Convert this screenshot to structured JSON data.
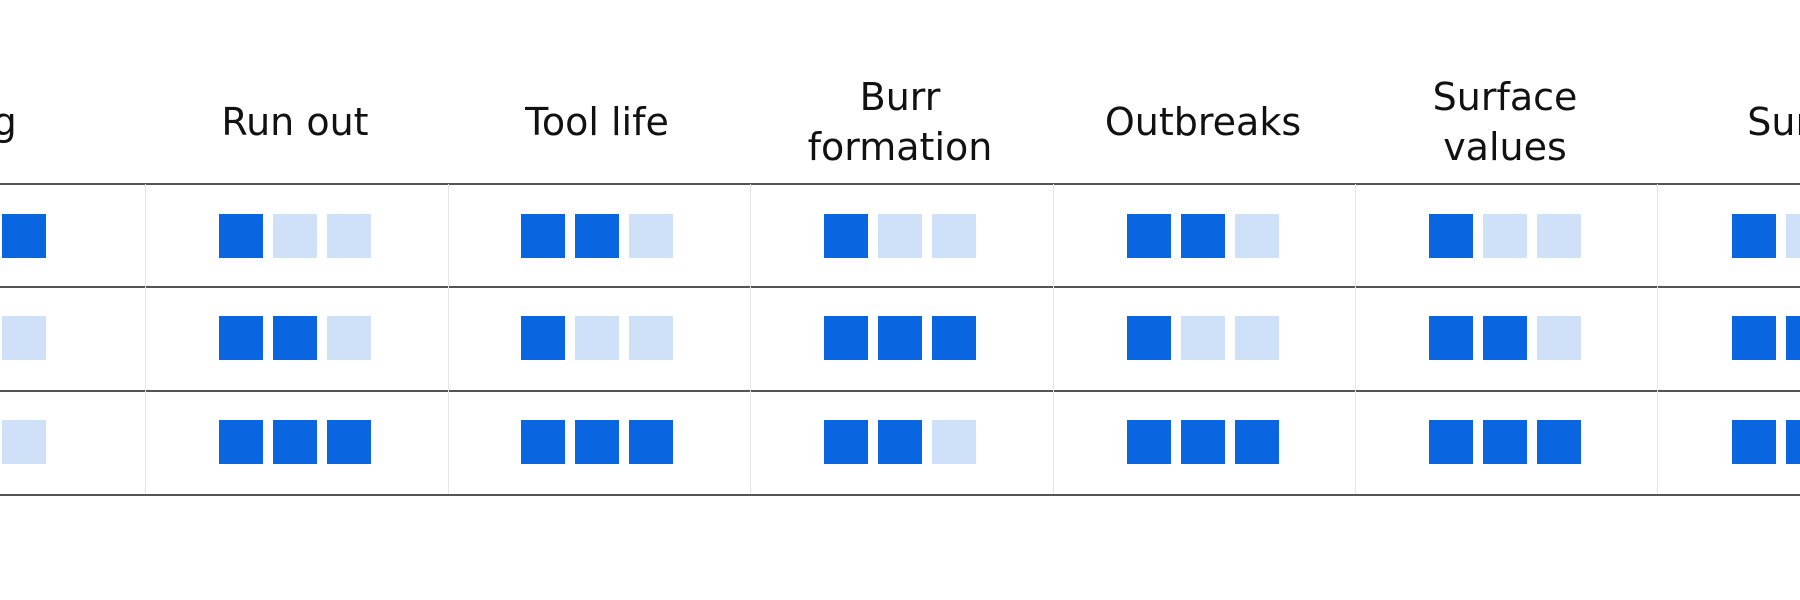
{
  "colors": {
    "filled": "#0a66e0",
    "empty": "#cfe1f8",
    "text": "#111111",
    "rule": "#555555"
  },
  "columns": [
    {
      "label": "dling",
      "ratings": [
        3,
        2,
        1
      ]
    },
    {
      "label": "Run out",
      "ratings": [
        1,
        2,
        3
      ]
    },
    {
      "label": "Tool life",
      "ratings": [
        2,
        1,
        3
      ]
    },
    {
      "label": "Burr\nformation",
      "ratings": [
        1,
        3,
        2
      ]
    },
    {
      "label": "Outbreaks",
      "ratings": [
        2,
        1,
        3
      ]
    },
    {
      "label": "Surface\nvalues",
      "ratings": [
        1,
        2,
        3
      ]
    },
    {
      "label": "Surfac",
      "ratings": [
        1,
        2,
        2
      ]
    }
  ],
  "max_rating": 3
}
